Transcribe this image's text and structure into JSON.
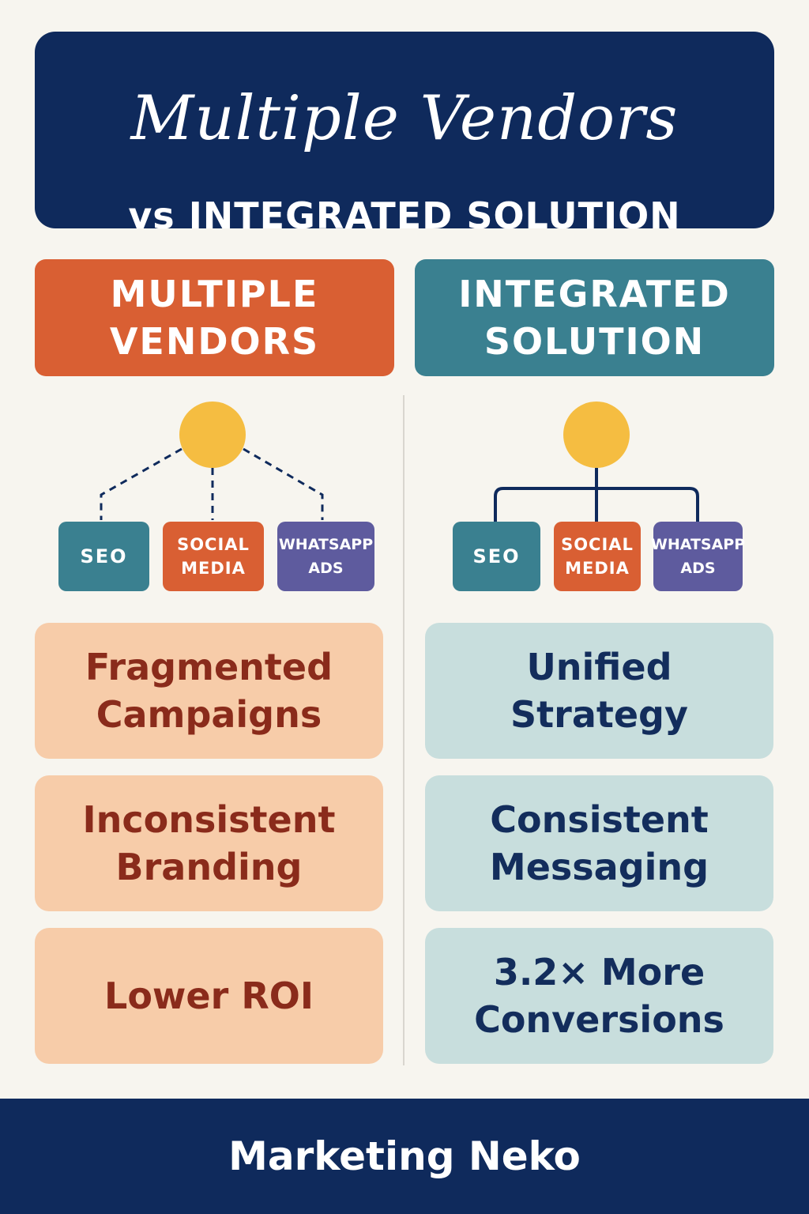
{
  "header": {
    "title": "Multiple Vendors",
    "subtitle": "vs INTEGRATED SOLUTION"
  },
  "columns": {
    "left": {
      "label": "MULTIPLE\nVENDORS",
      "connector_style": "dashed",
      "nodes": [
        "SEO",
        "SOCIAL\nMEDIA",
        "WHATSAPP\nADS"
      ],
      "points": [
        "Fragmented\nCampaigns",
        "Inconsistent\nBranding",
        "Lower ROI"
      ]
    },
    "right": {
      "label": "INTEGRATED\nSOLUTION",
      "connector_style": "solid",
      "nodes": [
        "SEO",
        "SOCIAL\nMEDIA",
        "WHATSAPP\nADS"
      ],
      "points": [
        "Unified\nStrategy",
        "Consistent\nMessaging",
        "3.2× More\nConversions"
      ]
    }
  },
  "footer": {
    "brand": "Marketing Neko"
  },
  "colors": {
    "navy": "#0f2a5c",
    "orange": "#d95f33",
    "teal": "#3a8090",
    "purple": "#5e5b9e",
    "yellow": "#f5bd41",
    "peach": "#f7cca9",
    "mint": "#c8dedd"
  }
}
